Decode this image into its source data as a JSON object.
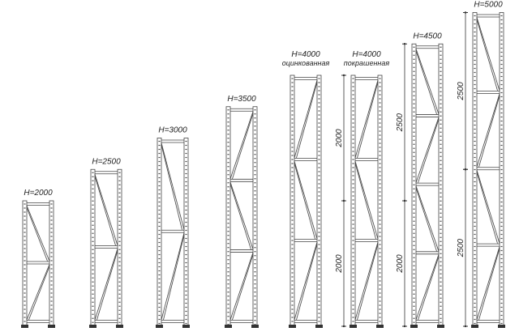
{
  "frames": [
    {
      "label": "H=2000",
      "subtitle": "",
      "height_mm": 2000,
      "panels": 2,
      "dims": []
    },
    {
      "label": "H=2500",
      "subtitle": "",
      "height_mm": 2500,
      "panels": 2,
      "dims": []
    },
    {
      "label": "H=3000",
      "subtitle": "",
      "height_mm": 3000,
      "panels": 2,
      "dims": []
    },
    {
      "label": "H=3500",
      "subtitle": "",
      "height_mm": 3500,
      "panels": 3,
      "dims": []
    },
    {
      "label": "H=4000",
      "subtitle": "оцинкованная",
      "height_mm": 4000,
      "panels": 3,
      "dims": []
    },
    {
      "label": "H=4000",
      "subtitle": "покрашенная",
      "height_mm": 4000,
      "panels": 3,
      "dims": [
        "2000",
        "2000"
      ]
    },
    {
      "label": "H=4500",
      "subtitle": "",
      "height_mm": 4500,
      "panels": 4,
      "dims": [
        "2000",
        "2500"
      ]
    },
    {
      "label": "H=5000",
      "subtitle": "",
      "height_mm": 5000,
      "panels": 4,
      "dims": [
        "2500",
        "2500"
      ]
    }
  ]
}
